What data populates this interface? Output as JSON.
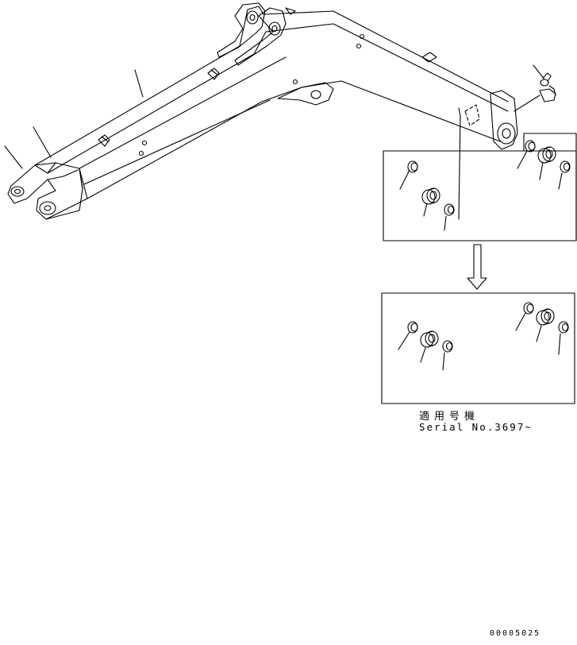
{
  "applicability_note": {
    "japanese": "適用号機",
    "serial": "Serial No.3697~"
  },
  "drawing_number": "00005025",
  "line_color": "#000000",
  "background_color": "#ffffff",
  "parts": {
    "main_assembly": "excavator-arm-assembly",
    "detail_box_1": [
      "bushing",
      "bushing",
      "seal",
      "bushing",
      "bushing",
      "seal"
    ],
    "detail_box_2": [
      "bushing",
      "bushing",
      "seal",
      "bushing",
      "bushing",
      "seal"
    ],
    "fitting": "grease-fitting"
  }
}
